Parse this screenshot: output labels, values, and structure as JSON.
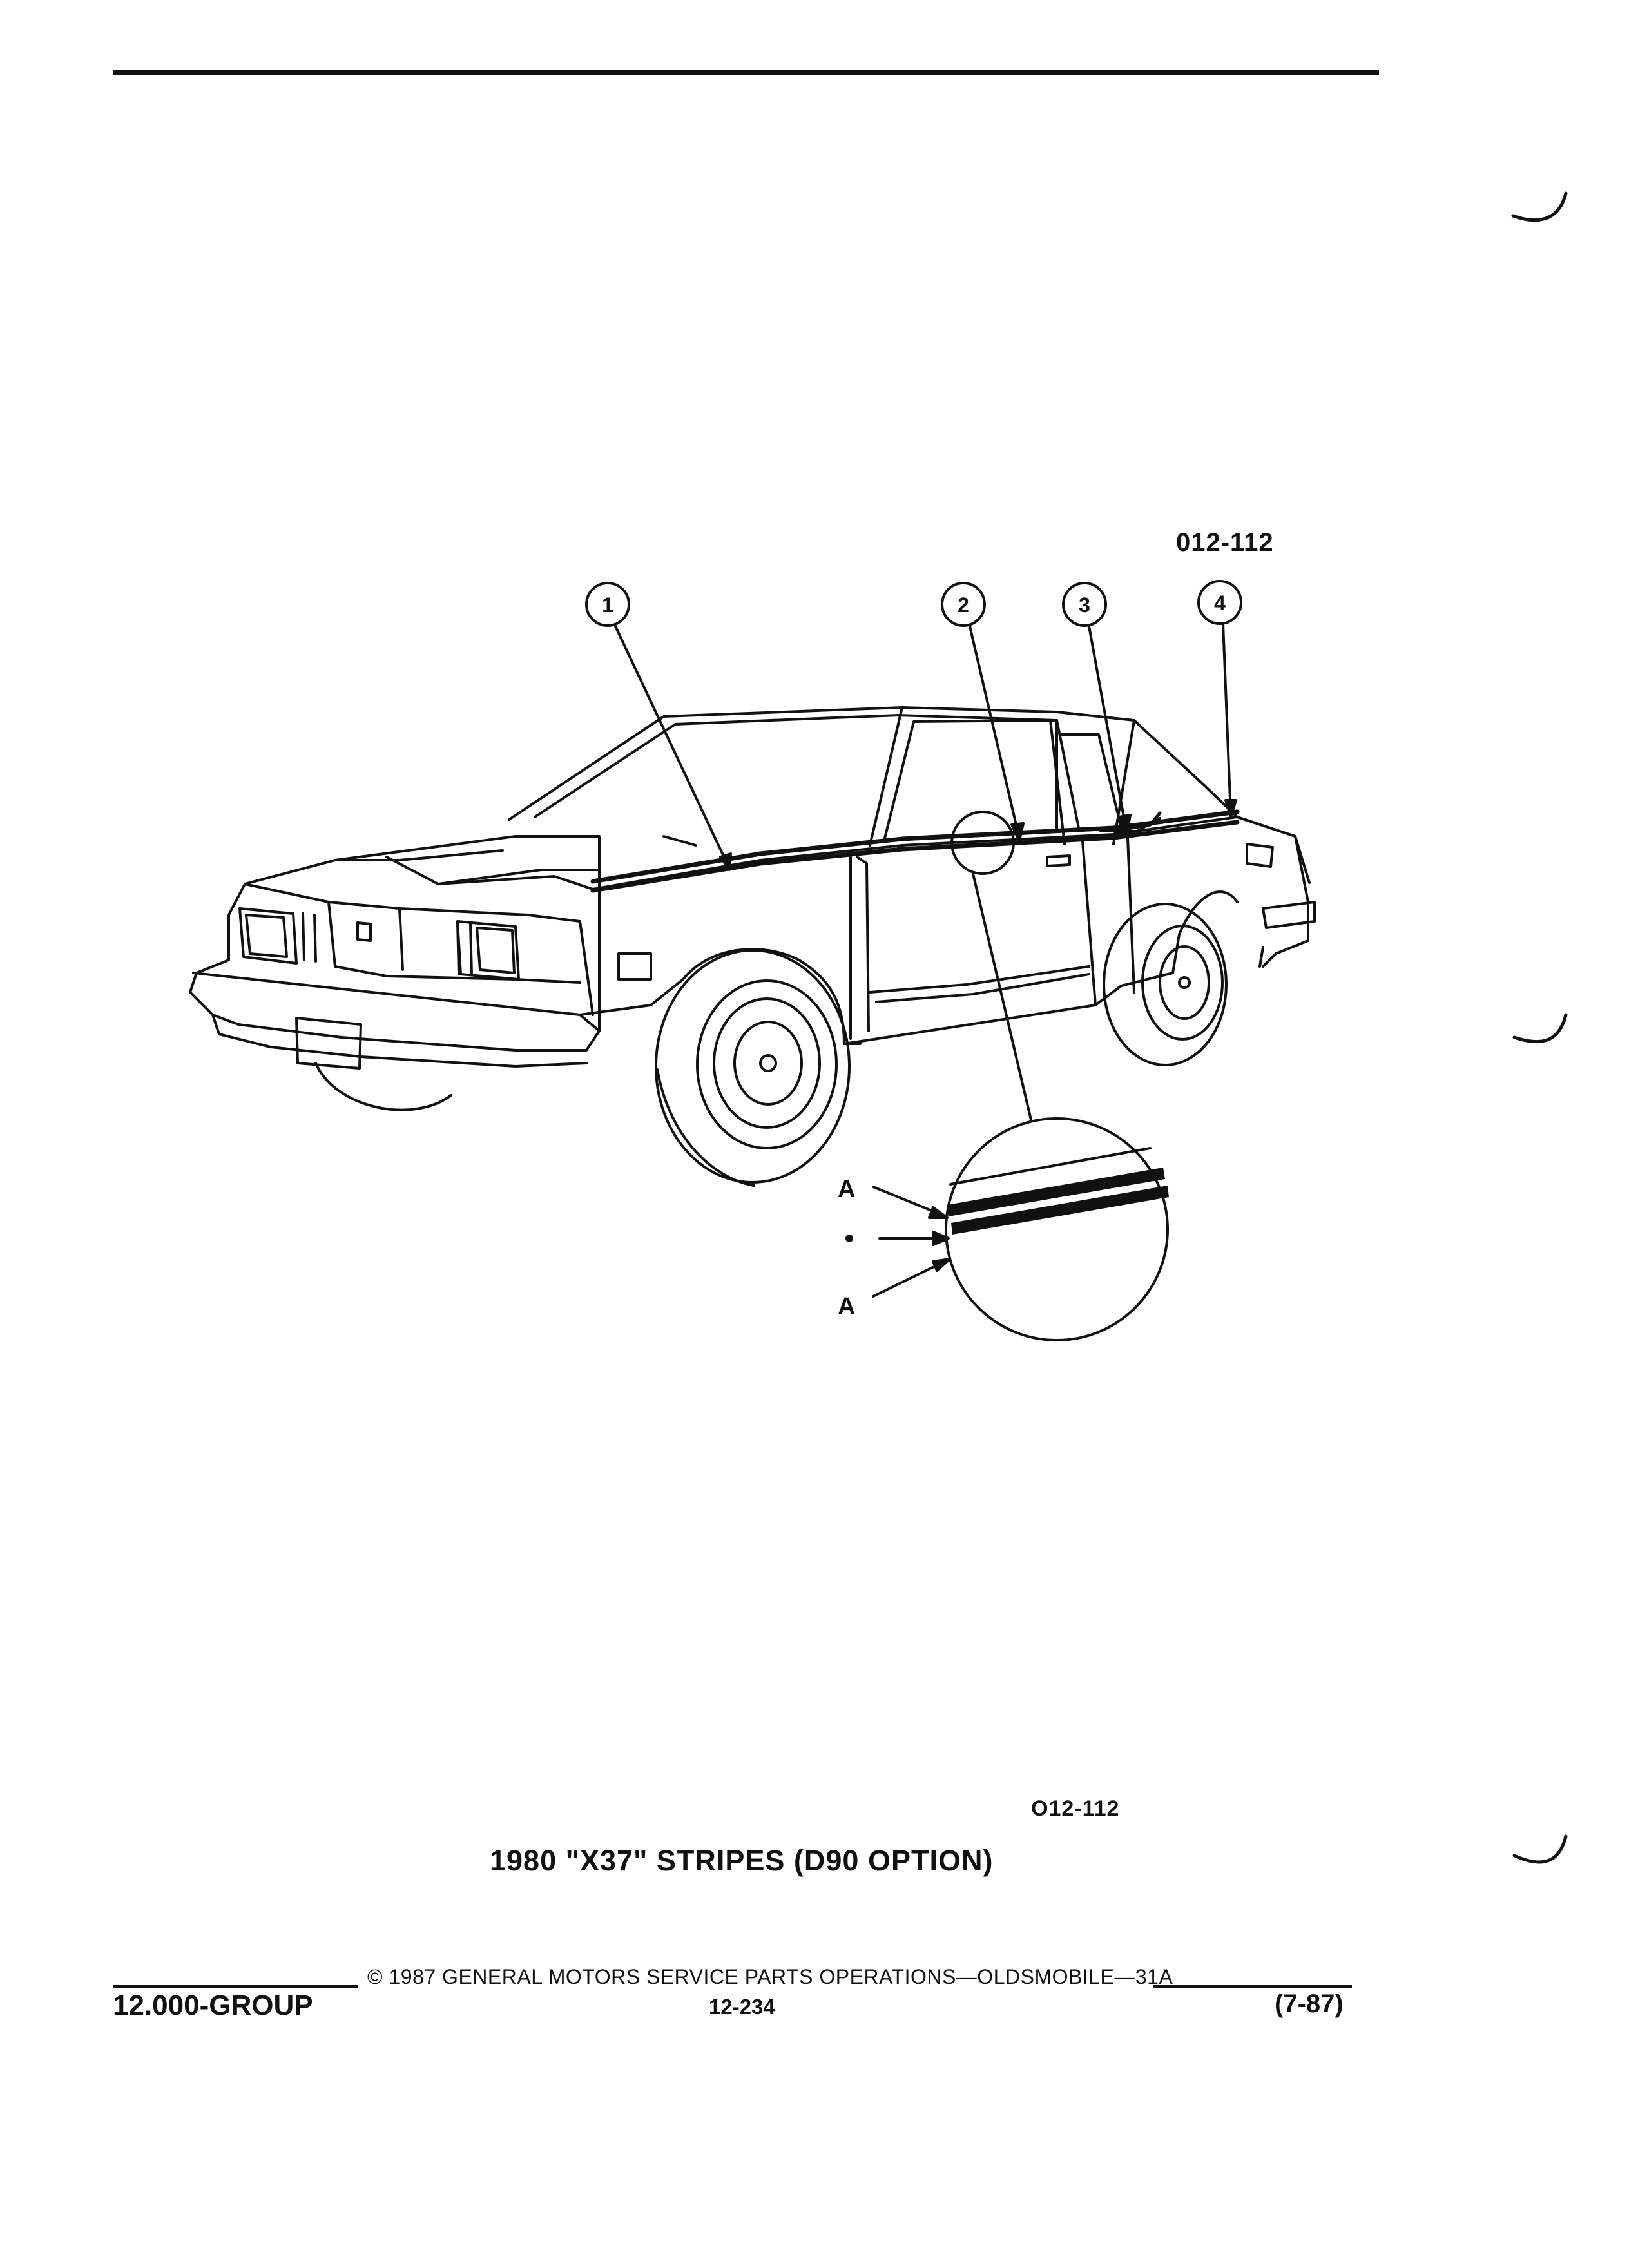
{
  "header": {
    "figure_code": "012-112"
  },
  "callouts": [
    {
      "num": "1"
    },
    {
      "num": "2"
    },
    {
      "num": "3"
    },
    {
      "num": "4"
    }
  ],
  "detail": {
    "label_top": "A",
    "label_bottom": "A"
  },
  "caption": {
    "figure_code": "O12-112",
    "title": "1980 \"X37\" STRIPES (D90 OPTION)"
  },
  "footer": {
    "copyright": "© 1987 GENERAL MOTORS SERVICE PARTS OPERATIONS—OLDSMOBILE—31A",
    "group": "12.000-GROUP",
    "page": "12-234",
    "revision": "(7-87)"
  }
}
